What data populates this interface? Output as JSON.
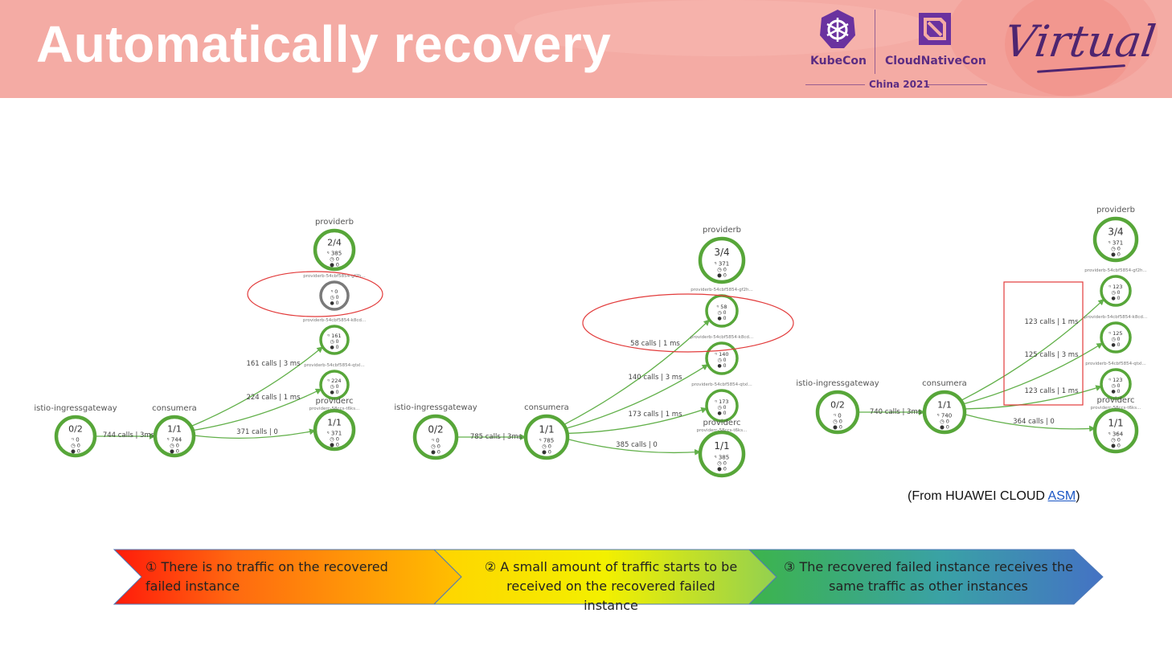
{
  "slide": {
    "title": "Automatically recovery",
    "logos": {
      "kubecon": "KubeCon",
      "cloudnativecon": "CloudNativeCon",
      "event": "China 2021",
      "virtual": "Virtual"
    },
    "source": {
      "prefix": "(From HUAWEI CLOUD ",
      "link": "ASM",
      "suffix": ")"
    },
    "stages": [
      {
        "marker": "①",
        "text": "There is no traffic on the recovered failed instance"
      },
      {
        "marker": "②",
        "text": "A small amount of traffic starts to be received on the recovered failed instance"
      },
      {
        "marker": "③",
        "text": "The recovered failed instance receives the same traffic as other instances"
      }
    ],
    "colors": {
      "header": "#f4aba4",
      "node_ring": "#57a639",
      "failed_ring": "#7a7a7a",
      "edge": "#62b04a",
      "highlight": "#e23b3b"
    }
  },
  "graphs": [
    {
      "id": "g1",
      "nodes": [
        {
          "id": "ingress",
          "label": "istio-ingressgateway",
          "ratio": "0/2",
          "stats": [
            "0",
            "0",
            "0"
          ]
        },
        {
          "id": "consumera",
          "label": "consumera",
          "ratio": "1/1",
          "stats": [
            "744",
            "0",
            "0"
          ]
        },
        {
          "id": "providerb",
          "label": "providerb",
          "ratio": "2/4",
          "stats": [
            "385",
            "0",
            "0"
          ]
        },
        {
          "id": "pod1",
          "label": "providerb-54cbf5854-gf2h...",
          "stats": [
            "0",
            "0",
            "0"
          ],
          "failed": true
        },
        {
          "id": "pod2",
          "label": "providerb-54cbf5854-k8cd...",
          "stats": [
            "161",
            "0",
            "0"
          ]
        },
        {
          "id": "pod3",
          "label": "providerb-54cbf5854-qtxl...",
          "stats": [
            "224",
            "0",
            "0"
          ]
        },
        {
          "id": "providerc",
          "label": "providerc",
          "sublabel": "providerc-58ccs-t6ks...",
          "ratio": "1/1",
          "stats": [
            "371",
            "0",
            "0"
          ]
        }
      ],
      "edges": [
        {
          "label": "744 calls | 3ms"
        },
        {
          "label": "161 calls | 3 ms"
        },
        {
          "label": "224 calls | 1 ms"
        },
        {
          "label": "371 calls | 0"
        }
      ]
    },
    {
      "id": "g2",
      "nodes": [
        {
          "id": "ingress",
          "label": "istio-ingressgateway",
          "ratio": "0/2",
          "stats": [
            "0",
            "0",
            "0"
          ]
        },
        {
          "id": "consumera",
          "label": "consumera",
          "ratio": "1/1",
          "stats": [
            "785",
            "0",
            "0"
          ]
        },
        {
          "id": "providerb",
          "label": "providerb",
          "ratio": "3/4",
          "stats": [
            "371",
            "0",
            "0"
          ]
        },
        {
          "id": "pod1",
          "label": "providerb-54cbf5854-gf2h...",
          "stats": [
            "58",
            "0",
            "0"
          ]
        },
        {
          "id": "pod2",
          "label": "providerb-54cbf5854-k8cd...",
          "stats": [
            "140",
            "0",
            "0"
          ]
        },
        {
          "id": "pod3",
          "label": "providerb-54cbf5854-qtxl...",
          "stats": [
            "173",
            "0",
            "0"
          ]
        },
        {
          "id": "providerc",
          "label": "providerc",
          "sublabel": "providerc-58ccs-t6ks...",
          "ratio": "1/1",
          "stats": [
            "385",
            "0",
            "0"
          ]
        }
      ],
      "edges": [
        {
          "label": "785 calls | 3ms"
        },
        {
          "label": "58 calls | 1 ms"
        },
        {
          "label": "140 calls | 3 ms"
        },
        {
          "label": "173 calls | 1 ms"
        },
        {
          "label": "385 calls | 0"
        }
      ]
    },
    {
      "id": "g3",
      "nodes": [
        {
          "id": "ingress",
          "label": "istio-ingressgateway",
          "ratio": "0/2",
          "stats": [
            "0",
            "0",
            "0"
          ]
        },
        {
          "id": "consumera",
          "label": "consumera",
          "ratio": "1/1",
          "stats": [
            "740",
            "0",
            "0"
          ]
        },
        {
          "id": "providerb",
          "label": "providerb",
          "ratio": "3/4",
          "stats": [
            "371",
            "0",
            "0"
          ]
        },
        {
          "id": "pod1",
          "label": "providerb-54cbf5854-gf2h...",
          "stats": [
            "123",
            "0",
            "0"
          ]
        },
        {
          "id": "pod2",
          "label": "providerb-54cbf5854-k8cd...",
          "stats": [
            "125",
            "0",
            "0"
          ]
        },
        {
          "id": "pod3",
          "label": "providerb-54cbf5854-qtxl...",
          "stats": [
            "123",
            "0",
            "0"
          ]
        },
        {
          "id": "providerc",
          "label": "providerc",
          "sublabel": "providerc-58ccs-t6ks...",
          "ratio": "1/1",
          "stats": [
            "364",
            "0",
            "0"
          ]
        }
      ],
      "edges": [
        {
          "label": "740 calls | 3ms"
        },
        {
          "label": "123 calls | 1 ms"
        },
        {
          "label": "125 calls | 3 ms"
        },
        {
          "label": "123 calls | 1 ms"
        },
        {
          "label": "364 calls | 0"
        }
      ]
    }
  ]
}
